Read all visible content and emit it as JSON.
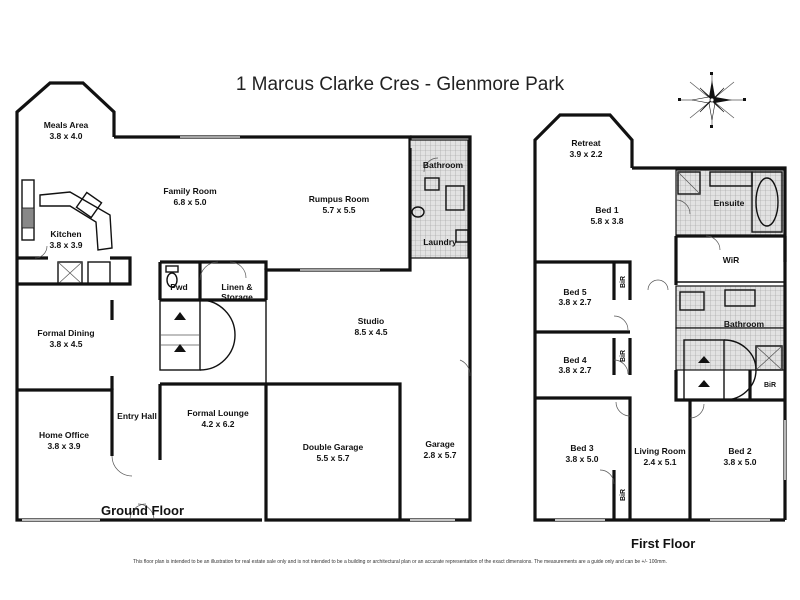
{
  "title": "1 Marcus Clarke Cres - Glenmore Park",
  "ground_floor": {
    "label": "Ground Floor",
    "rooms": {
      "meals": {
        "name": "Meals Area",
        "dims": "3.8 x 4.0"
      },
      "family": {
        "name": "Family Room",
        "dims": "6.8 x 5.0"
      },
      "rumpus": {
        "name": "Rumpus Room",
        "dims": "5.7 x 5.5"
      },
      "bathroom": {
        "name": "Bathroom"
      },
      "laundry": {
        "name": "Laundry"
      },
      "kitchen": {
        "name": "Kitchen",
        "dims": "3.8 x 3.9"
      },
      "pwd": {
        "name": "Pwd"
      },
      "linen": {
        "name": "Linen &",
        "name2": "Storage"
      },
      "formal_dining": {
        "name": "Formal Dining",
        "dims": "3.8 x 4.5"
      },
      "studio": {
        "name": "Studio",
        "dims": "8.5 x 4.5"
      },
      "entry": {
        "name": "Entry Hall"
      },
      "formal_lounge": {
        "name": "Formal Lounge",
        "dims": "4.2 x 6.2"
      },
      "home_office": {
        "name": "Home Office",
        "dims": "3.8 x 3.9"
      },
      "double_garage": {
        "name": "Double Garage",
        "dims": "5.5 x 5.7"
      },
      "garage": {
        "name": "Garage",
        "dims": "2.8 x 5.7"
      }
    }
  },
  "first_floor": {
    "label": "First Floor",
    "rooms": {
      "retreat": {
        "name": "Retreat",
        "dims": "3.9 x 2.2"
      },
      "bed1": {
        "name": "Bed 1",
        "dims": "5.8 x 3.8"
      },
      "ensuite": {
        "name": "Ensuite"
      },
      "wir": {
        "name": "WiR"
      },
      "bed5": {
        "name": "Bed 5",
        "dims": "3.8 x 2.7"
      },
      "bathroom": {
        "name": "Bathroom"
      },
      "bed4": {
        "name": "Bed 4",
        "dims": "3.8 x 2.7"
      },
      "bed3": {
        "name": "Bed 3",
        "dims": "3.8 x 5.0"
      },
      "living": {
        "name": "Living Room",
        "dims": "2.4 x 5.1"
      },
      "bed2": {
        "name": "Bed 2",
        "dims": "3.8 x 5.0"
      },
      "bir": "BiR"
    }
  },
  "disclaimer": "This floor plan is intended to be an illustration for real estate sale only and is not intended to be a building or architectural plan or an accurate representation of the exact dimensions. The measurements are a guide only and can be +/- 100mm.",
  "colors": {
    "wall": "#111111",
    "tile": "#cfcfcf",
    "background": "#ffffff"
  },
  "icons": [
    "compass-rose-icon"
  ]
}
